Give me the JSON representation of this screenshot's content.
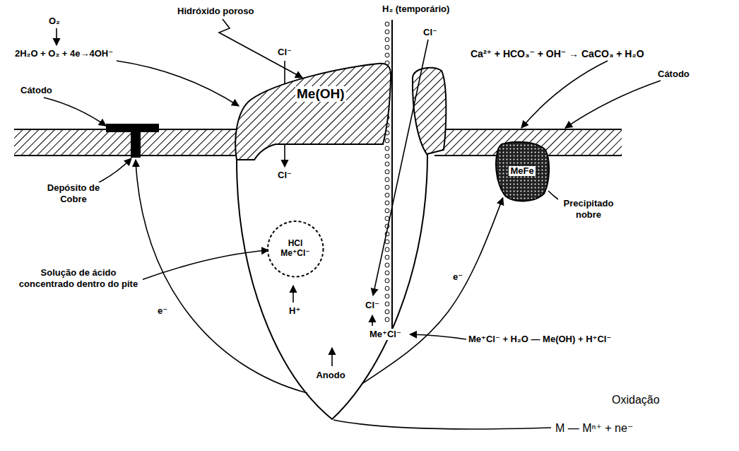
{
  "diagram": {
    "nodes": [
      {
        "text": [
          "Me(OH)"
        ]
      },
      {
        "text": [
          "Anodo"
        ]
      },
      {
        "text": [
          "HCl Me⁺Cl⁻"
        ],
        "in": 1
      },
      {
        "text": [
          "MeFe"
        ]
      }
    ],
    "edges": [
      {
        "from": 1,
        "to": 3,
        "arrow": "to",
        "label": "e⁻"
      }
    ],
    "labels": [
      "O₂",
      "Hidróxido poroso",
      "H₂ (temporário)",
      "Cl⁻",
      "Cl⁻",
      "2H₂O + O₂ + 4e→4OH⁻",
      "Ca²⁺ + HCO₃⁻ + OH⁻ → CaCO₃ + H₂O",
      "Cátodo",
      "Cátodo",
      "Cl⁻",
      "Depósito de Cobre",
      "Precipitado nobre",
      "Solução de ácido concentrado dentro do pite",
      "e⁻",
      "Cl⁻",
      "H⁺",
      "Me⁺Cl⁻",
      "Me⁺Cl⁻ + H₂O — Me(OH) + H⁺Cl⁻",
      "Oxidação",
      "M — Mⁿ⁺ + ne⁻"
    ]
  }
}
